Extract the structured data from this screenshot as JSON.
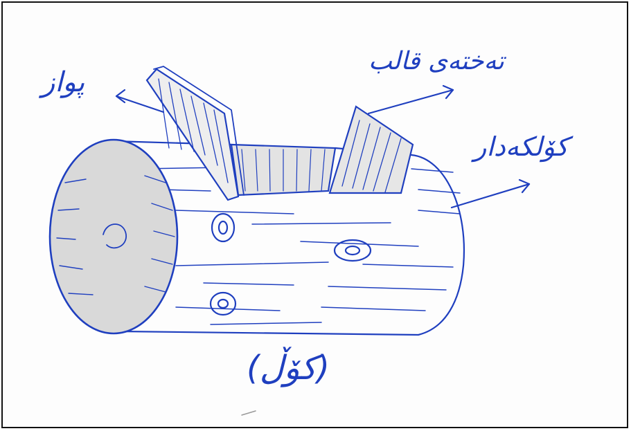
{
  "labels": {
    "paddles": "پواز",
    "mold_board": "تەختەی قالب",
    "hollow_log": "کۆلکەدار",
    "caption": "(کۆڵ)"
  },
  "colors": {
    "ink": "#1f3fbf",
    "shade": "#b8b8b8",
    "frame": "#111111"
  }
}
